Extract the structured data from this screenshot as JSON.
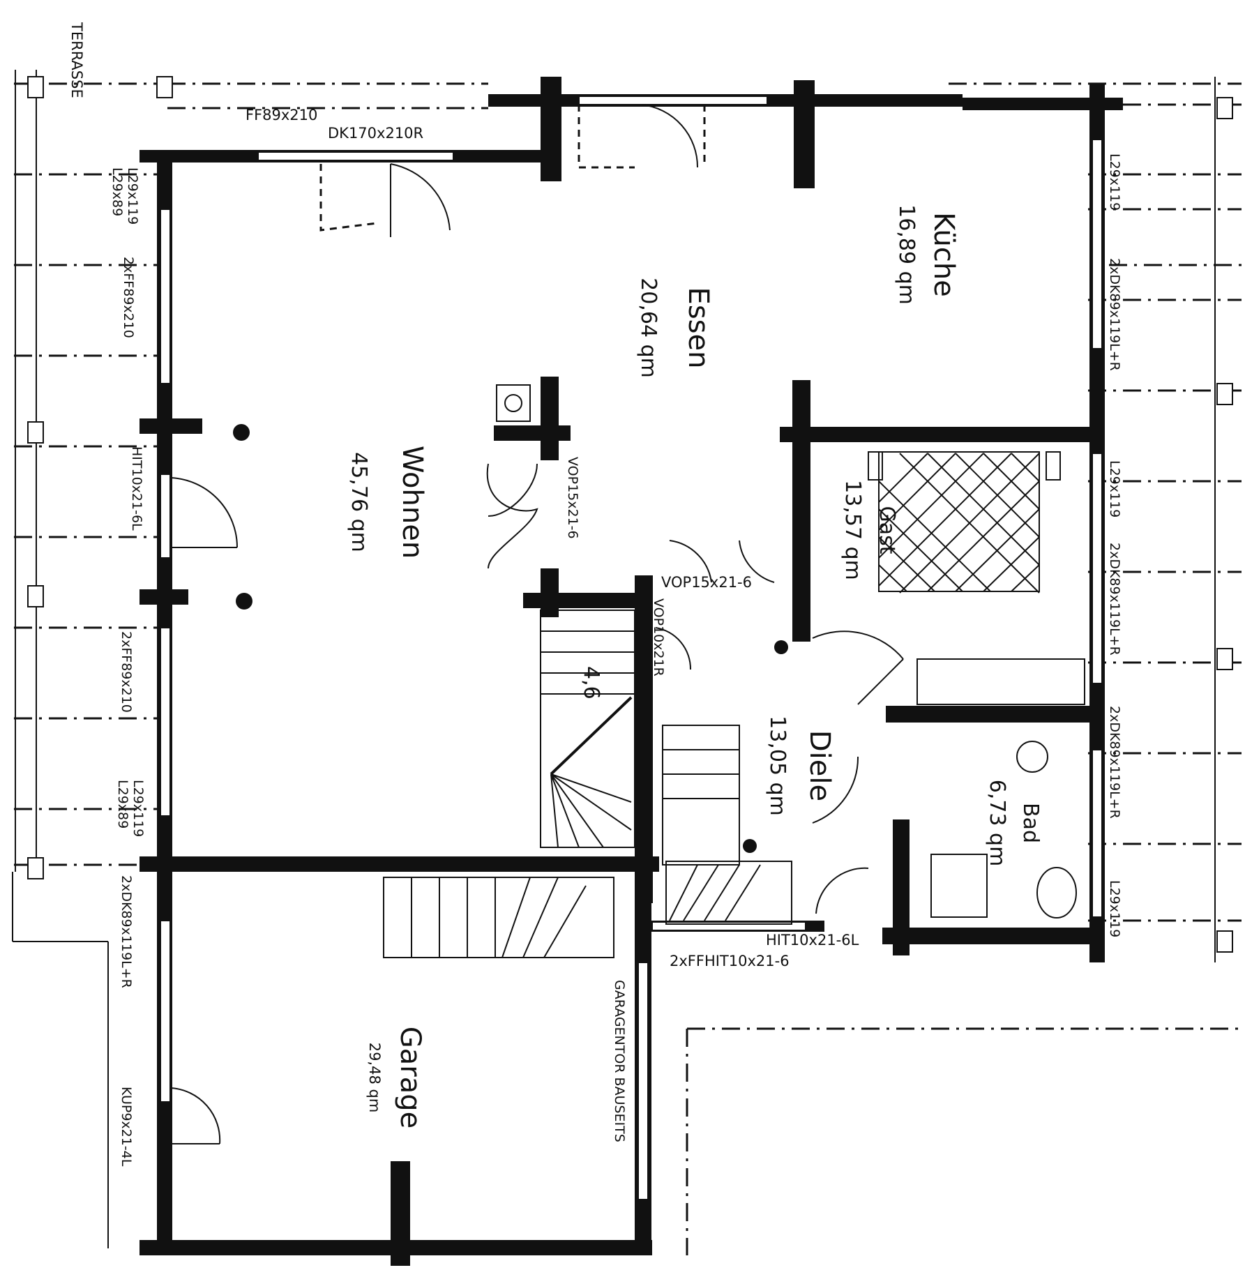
{
  "rooms": {
    "wohnen": {
      "name": "Wohnen",
      "area": "45,76 qm"
    },
    "essen": {
      "name": "Essen",
      "area": "20,64 qm"
    },
    "kueche": {
      "name": "Küche",
      "area": "16,89 qm"
    },
    "gast": {
      "name": "Gast",
      "area": "13,57 qm"
    },
    "diele": {
      "name": "Diele",
      "area": "13,05 qm"
    },
    "bad": {
      "name": "Bad",
      "area": "6,73 qm"
    },
    "garage": {
      "name": "Garage",
      "area": "29,48 qm"
    }
  },
  "labels": {
    "terrasse": "TERRASSE",
    "ff89x210": "FF89x210",
    "dk170": "DK170x210R",
    "l29x119_l29x89_top": "L29x119\nL29x89",
    "l29x119_a": "L29x119",
    "l29x89_a": "L29x89",
    "ff2x_top": "2xFF89x210",
    "hit_left": "HIT10x21-6L",
    "ff2x_bottom": "2xFF89x210",
    "l29x119_b": "L29x119",
    "l29x89_b": "L29x89",
    "dk2x_left": "2xDK89x119L+R",
    "kup": "KUP9x21-4L",
    "vop_wohnen": "VOP15x21-6",
    "vop_diele": "VOP15x21-6",
    "vop_stair": "VOP10x21R",
    "stair_num": "4,6",
    "l29x119_right_top": "L29x119",
    "dk2x_right_top": "2xDK89x119L+R",
    "l29x119_right_mid": "L29x119",
    "dk2x_right_mid": "2xDK89x119L+R",
    "dk2x_right_low": "2xDK89x119L+R",
    "l29x119_right_bottom": "L29x119",
    "hit_bottom": "HIT10x21-6L",
    "ffhit_bottom": "2xFFHIT10x21-6",
    "garagentor": "GARAGENTOR BAUSEITS"
  }
}
